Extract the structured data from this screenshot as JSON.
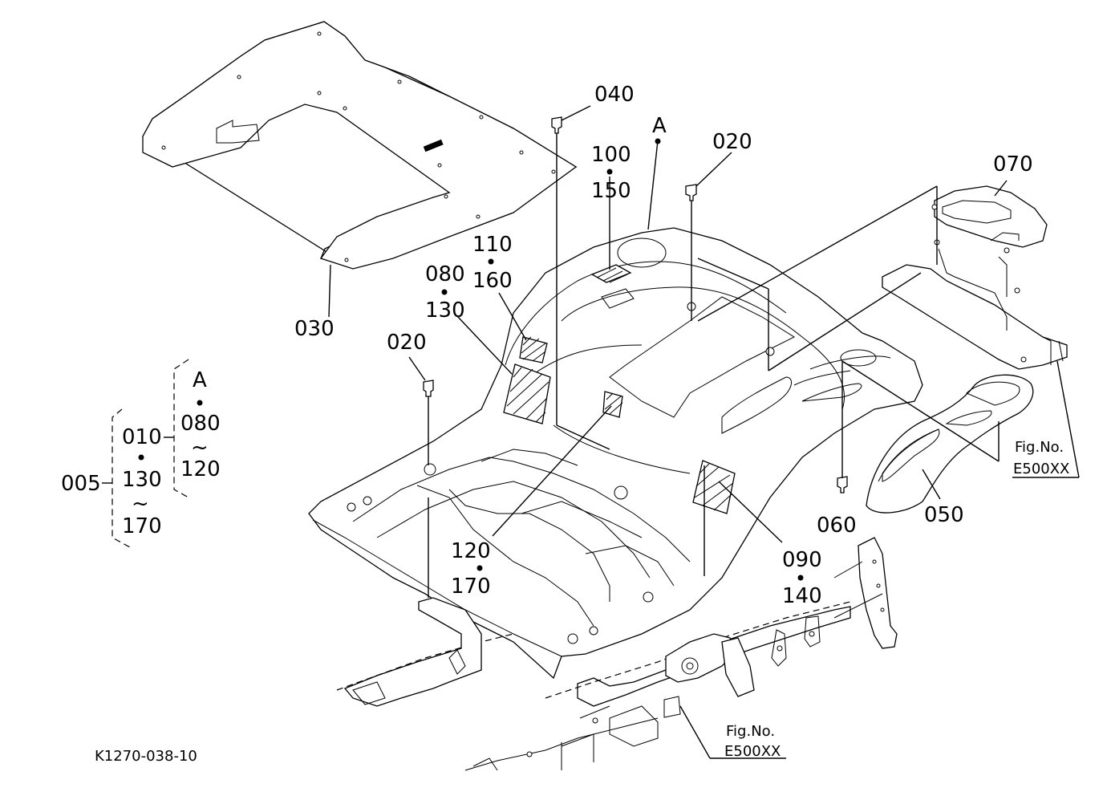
{
  "labels": {
    "p040": "040",
    "pA": "A",
    "p020_top": "020",
    "p100": "100",
    "p150": "150",
    "p070": "070",
    "p110": "110",
    "p160": "160",
    "p080": "080",
    "p130": "130",
    "p030": "030",
    "p020_left": "020",
    "p120": "120",
    "p170": "170",
    "p090": "090",
    "p140": "140",
    "p060": "060",
    "p050": "050"
  },
  "legend": {
    "p005": "005",
    "p010": "010",
    "p130": "130",
    "p170": "170",
    "pA": "A",
    "p080": "080",
    "p120": "120",
    "tilde": "~"
  },
  "references": {
    "right_label": "Fig.No.",
    "right_code": "E500XX",
    "bottom_label": "Fig.No.",
    "bottom_code": "E500XX"
  },
  "drawing_code": "K1270-038-10"
}
